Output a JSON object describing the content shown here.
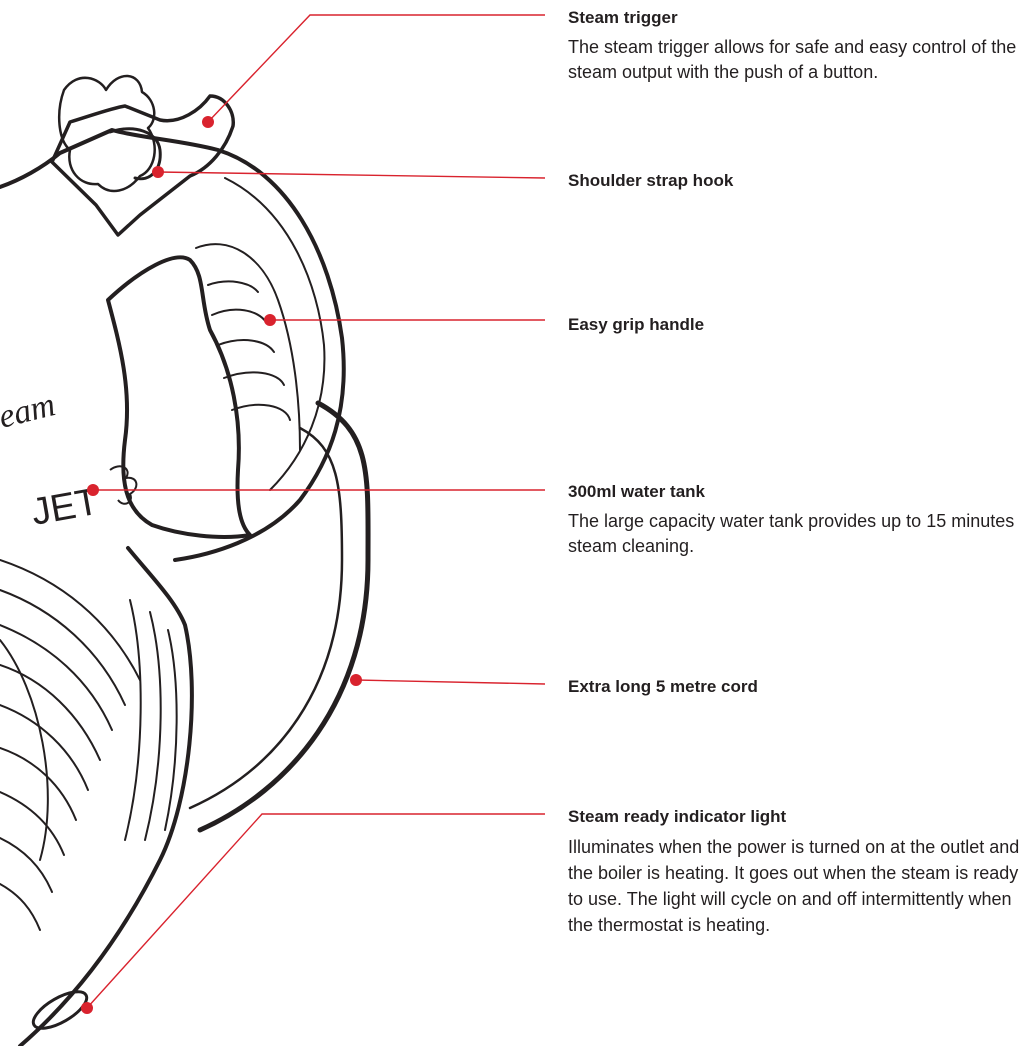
{
  "brand_text": "eam",
  "model_text": "JET",
  "accent_color": "#d9232e",
  "callouts": [
    {
      "id": "steam-trigger",
      "title": "Steam trigger",
      "description": "The steam trigger allows for safe and easy control of the steam output with the push of a button."
    },
    {
      "id": "shoulder-strap-hook",
      "title": "Shoulder strap hook",
      "description": ""
    },
    {
      "id": "easy-grip-handle",
      "title": "Easy grip handle",
      "description": ""
    },
    {
      "id": "water-tank",
      "title": "300ml water tank",
      "description": "The large capacity water tank provides up to 15 minutes steam cleaning."
    },
    {
      "id": "power-cord",
      "title": "Extra long 5 metre cord",
      "description": ""
    },
    {
      "id": "indicator-light",
      "title": "Steam ready indicator light",
      "description": "Illuminates when the power is turned on at the outlet and the boiler is heating. It goes out when the steam is ready to use. The light will cycle on and off intermittently when the thermostat is heating."
    }
  ]
}
